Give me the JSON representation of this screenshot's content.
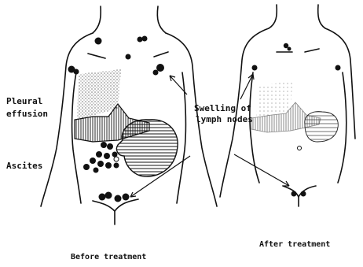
{
  "labels": {
    "pleural_effusion_line1": "Pleural",
    "pleural_effusion_line2": "effusion",
    "ascites": "Ascites",
    "lymph_line1": "Swelling of",
    "lymph_line2": "lymph nodes",
    "before": "Before treatment",
    "after": "After treatment"
  }
}
